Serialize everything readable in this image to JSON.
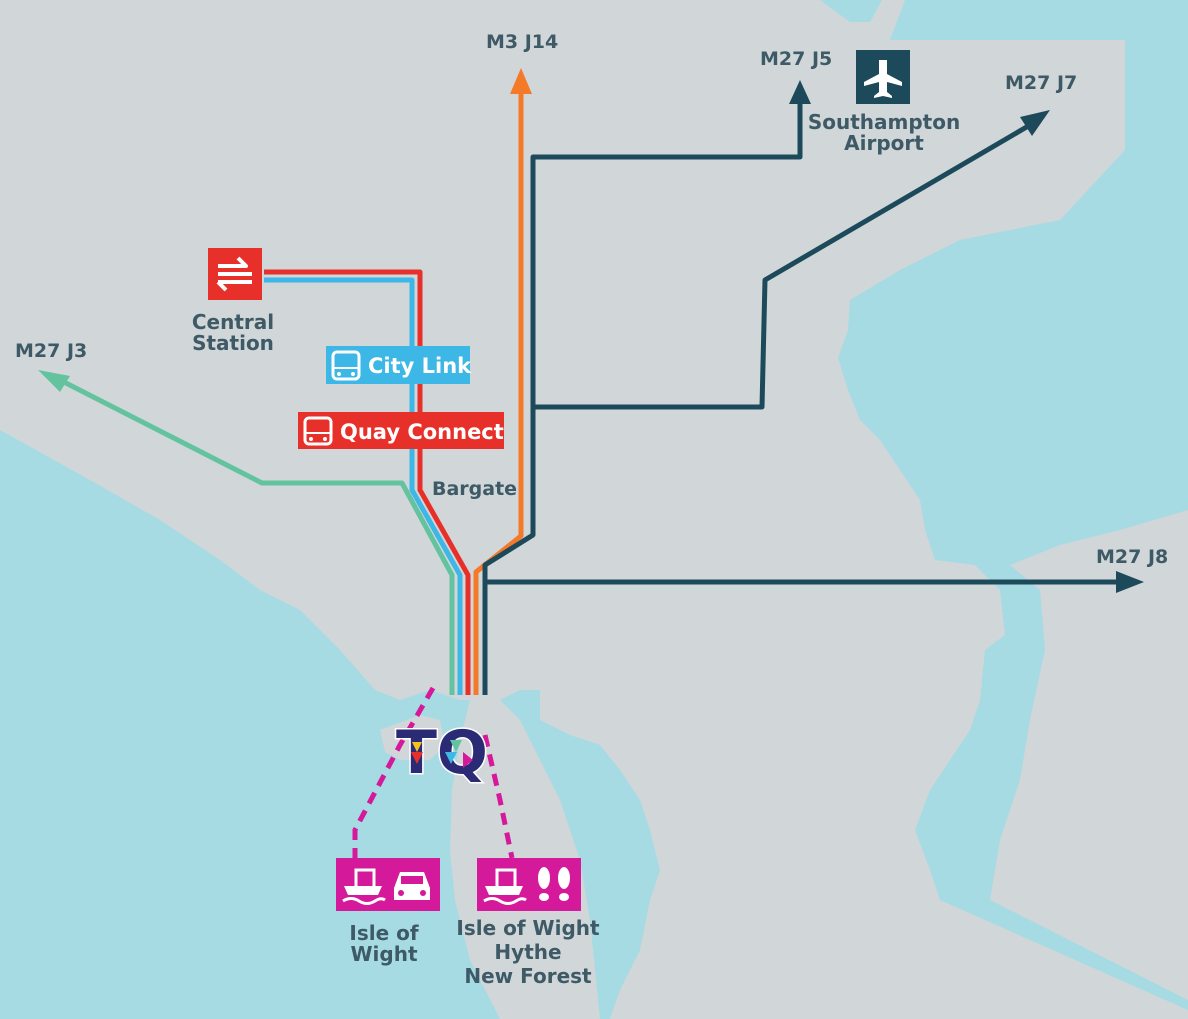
{
  "colors": {
    "sea": "#a6dbe3",
    "land": "#d1d6d9",
    "road_dark": "#1d4a5a",
    "road_orange": "#f47a2a",
    "road_green": "#63c39e",
    "rail_red": "#e8302b",
    "citylink_blue": "#3cb7e6",
    "ferry_magenta": "#d4199b",
    "airport_box": "#1d4a5a",
    "label_text": "#3d5a66"
  },
  "labels": {
    "m3_j14": "M3 J14",
    "m27_j5": "M27 J5",
    "m27_j7": "M27 J7",
    "m27_j3": "M27 J3",
    "m27_j8": "M27 J8",
    "airport_line1": "Southampton",
    "airport_line2": "Airport",
    "station_line1": "Central",
    "station_line2": "Station",
    "bargate": "Bargate",
    "iow_line1": "Isle of",
    "iow_line2": "Wight",
    "hythe_line1": "Isle of Wight",
    "hythe_line2": "Hythe",
    "hythe_line3": "New Forest"
  },
  "badges": {
    "city_link": "City Link",
    "quay_connect": "Quay Connect"
  },
  "logo": {
    "text": "TQ"
  },
  "icons": {
    "rail": "national-rail-icon",
    "airport": "airplane-icon",
    "bus": "bus-icon",
    "ferry": "ferry-icon",
    "car": "car-icon",
    "footprints": "footprints-icon"
  }
}
